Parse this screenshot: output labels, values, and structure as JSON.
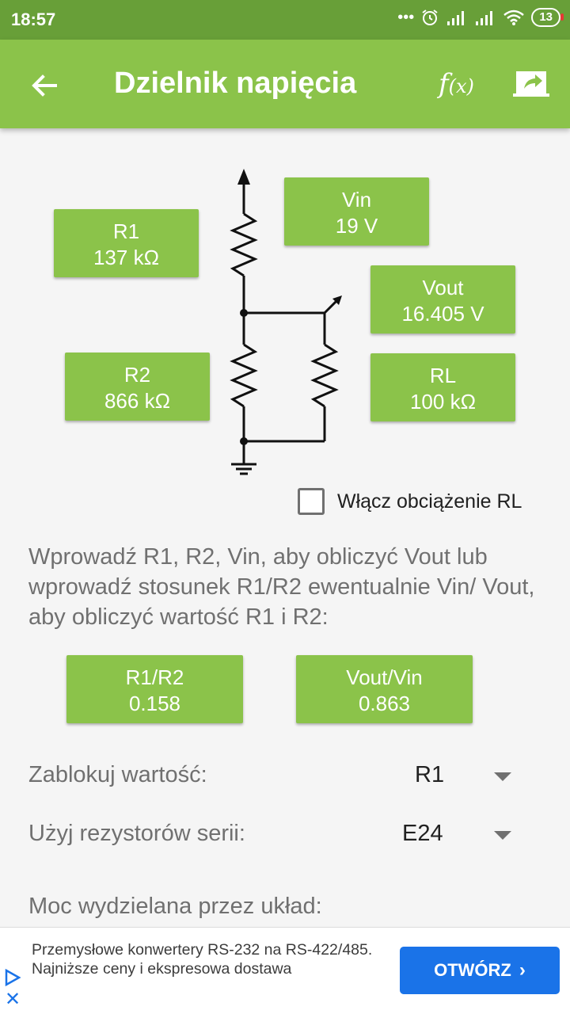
{
  "status": {
    "time": "18:57",
    "battery": "13"
  },
  "appbar": {
    "title": "Dzielnik napięcia",
    "fx_main": "f",
    "fx_arg": "(x)"
  },
  "circuit": {
    "r1": {
      "label": "R1",
      "value": "137 kΩ"
    },
    "r2": {
      "label": "R2",
      "value": "866 kΩ"
    },
    "vin": {
      "label": "Vin",
      "value": "19 V"
    },
    "vout": {
      "label": "Vout",
      "value": "16.405 V"
    },
    "rl": {
      "label": "RL",
      "value": "100 kΩ"
    }
  },
  "load": {
    "label": "Włącz obciążenie RL",
    "checked": false
  },
  "description": "Wprowadź R1, R2, Vin, aby obliczyć Vout lub wprowadź stosunek R1/R2 ewentualnie Vin/ Vout, aby obliczyć wartość R1 i R2:",
  "ratios": {
    "r1r2": {
      "label": "R1/R2",
      "value": "0.158"
    },
    "voutvin": {
      "label": "Vout/Vin",
      "value": "0.863"
    }
  },
  "settings": {
    "lock_label": "Zablokuj wartość:",
    "lock_value": "R1",
    "series_label": "Użyj rezystorów serii:",
    "series_value": "E24",
    "power_label": "Moc wydzielana przez układ:"
  },
  "ad": {
    "text": "Przemysłowe konwertery RS-232 na RS-422/485. Najniższe ceny i ekspresowa dostawa",
    "button": "OTWÓRZ",
    "close": "✕"
  },
  "colors": {
    "statusbar": "#689f38",
    "primary": "#8bc34a",
    "ad_button": "#1a73e8"
  },
  "icons": [
    "back-arrow-icon",
    "share-icon",
    "wifi-icon",
    "signal-icon",
    "alarm-icon",
    "battery-icon",
    "caret-down-icon",
    "ad-choices-icon",
    "close-icon"
  ]
}
